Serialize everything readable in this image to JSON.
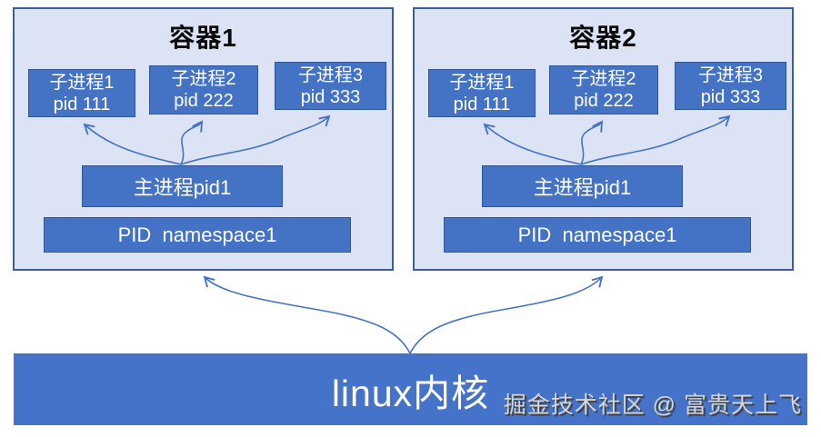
{
  "colors": {
    "box_fill": "#4472C4",
    "box_border": "#2F5597",
    "container_fill": "#DBE3F4",
    "container_border": "#3A5E9E",
    "kernel_fill": "#4573C9",
    "arrow": "#4472C4",
    "text_on_blue": "#FFFFFF",
    "title_text": "#0A0A0A",
    "watermark_text": "#D6D6D6"
  },
  "containers": [
    {
      "title": "容器1",
      "children": [
        {
          "name": "子进程1",
          "pid": "pid 111"
        },
        {
          "name": "子进程2",
          "pid": "pid 222"
        },
        {
          "name": "子进程3",
          "pid": "pid 333"
        }
      ],
      "main_process": "主进程pid1",
      "namespace": "PID  namespace1"
    },
    {
      "title": "容器2",
      "children": [
        {
          "name": "子进程1",
          "pid": "pid 111"
        },
        {
          "name": "子进程2",
          "pid": "pid 222"
        },
        {
          "name": "子进程3",
          "pid": "pid 333"
        }
      ],
      "main_process": "主进程pid1",
      "namespace": "PID  namespace1"
    }
  ],
  "kernel": {
    "label": "linux内核"
  },
  "watermark": "掘金技术社区 @ 富贵天上飞"
}
